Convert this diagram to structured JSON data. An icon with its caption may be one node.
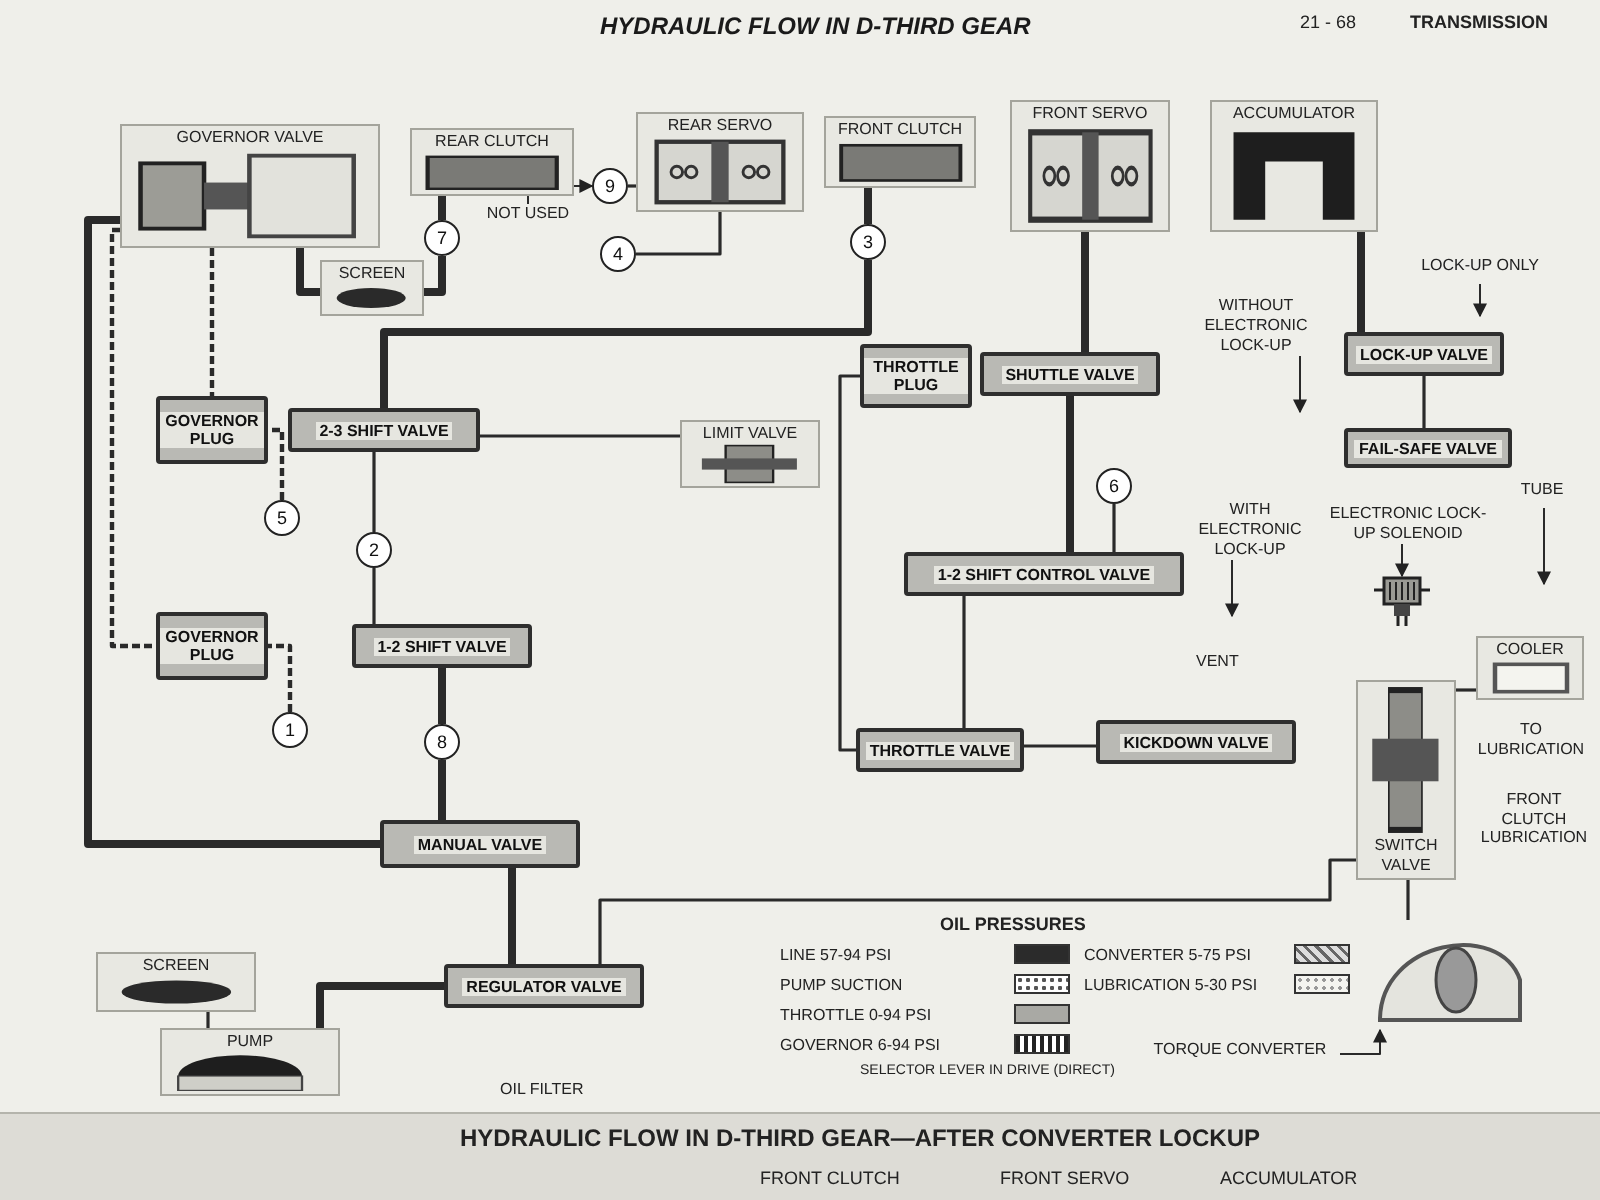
{
  "diagram": {
    "title": "HYDRAULIC FLOW IN D-THIRD GEAR",
    "nodes": [
      {
        "text": [
          "GOVERNOR VALVE"
        ]
      },
      {
        "text": [
          "REAR CLUTCH"
        ]
      },
      {
        "text": [
          "REAR SERVO"
        ]
      },
      {
        "text": [
          "FRONT CLUTCH"
        ]
      },
      {
        "text": [
          "FRONT SERVO"
        ]
      },
      {
        "text": [
          "ACCUMULATOR"
        ]
      },
      {
        "text": [
          "SCREEN"
        ]
      },
      {
        "text": [
          "7"
        ]
      },
      {
        "text": [
          "NOT USED"
        ]
      },
      {
        "text": [
          "9"
        ]
      },
      {
        "text": [
          "4"
        ]
      },
      {
        "text": [
          "3"
        ]
      },
      {
        "text": [
          "LOCK-UP ONLY"
        ]
      },
      {
        "text": [
          "WITHOUT ELECTRONIC LOCK-UP"
        ]
      },
      {
        "text": [
          "GOVERNOR PLUG"
        ]
      },
      {
        "text": [
          "2-3 SHIFT VALVE"
        ]
      },
      {
        "text": [
          "LIMIT VALVE"
        ]
      },
      {
        "text": [
          "THROTTLE PLUG"
        ]
      },
      {
        "text": [
          "SHUTTLE VALVE"
        ]
      },
      {
        "text": [
          "LOCK-UP VALVE"
        ]
      },
      {
        "text": [
          "WITH ELECTRONIC LOCK-UP"
        ]
      },
      {
        "text": [
          "FAIL-SAFE VALVE"
        ]
      },
      {
        "text": [
          "ELECTRONIC LOCK-UP SOLENOID"
        ]
      },
      {
        "text": [
          "TUBE"
        ]
      },
      {
        "text": [
          "5"
        ]
      },
      {
        "text": [
          "2"
        ]
      },
      {
        "text": [
          "6"
        ]
      },
      {
        "text": [
          "1-2 SHIFT CONTROL VALVE"
        ]
      },
      {
        "text": [
          "GOVERNOR PLUG"
        ]
      },
      {
        "text": [
          "1-2 SHIFT VALVE"
        ]
      },
      {
        "text": [
          "1"
        ]
      },
      {
        "text": [
          "8"
        ]
      },
      {
        "text": [
          "THROTTLE VALVE"
        ]
      },
      {
        "text": [
          "KICKDOWN VALVE"
        ]
      },
      {
        "text": [
          "COOLER"
        ]
      },
      {
        "text": [
          "SWITCH VALVE"
        ]
      },
      {
        "text": [
          "MANUAL VALVE"
        ]
      },
      {
        "text": [
          "SCREEN"
        ]
      },
      {
        "text": [
          "REGULATOR VALVE"
        ]
      },
      {
        "text": [
          "PUMP"
        ]
      },
      {
        "text": [
          "TORQUE CONVERTER"
        ]
      },
      {
        "text": [],
        "shape": "picture"
      },
      {
        "text": [],
        "shape": "picture"
      }
    ],
    "edges": [
      {
        "from": 37,
        "to": 39,
        "arrow": "none"
      },
      {
        "from": 39,
        "to": 38,
        "arrow": "none",
        "style": "thick"
      },
      {
        "from": 38,
        "to": 36,
        "arrow": "none",
        "style": "thick"
      },
      {
        "from": 36,
        "to": 31,
        "arrow": "none",
        "style": "thick"
      },
      {
        "from": 31,
        "to": 29,
        "arrow": "none",
        "style": "thick"
      },
      {
        "from": 36,
        "to": 0,
        "arrow": "none",
        "style": "thick"
      },
      {
        "from": 0,
        "to": 6,
        "arrow": "none",
        "style": "thick"
      },
      {
        "from": 6,
        "to": 7,
        "arrow": "none",
        "style": "thick"
      },
      {
        "from": 7,
        "to": 1,
        "arrow": "none",
        "style": "thick"
      },
      {
        "from": 9,
        "to": 2,
        "arrow": "none"
      },
      {
        "from": 10,
        "to": 2,
        "arrow": "none"
      },
      {
        "from": 11,
        "to": 3,
        "arrow": "none",
        "style": "thick"
      },
      {
        "from": 15,
        "to": 11,
        "arrow": "none",
        "style": "thick"
      },
      {
        "from": 18,
        "to": 4,
        "arrow": "none",
        "style": "thick"
      },
      {
        "from": 5,
        "to": 19,
        "arrow": "none",
        "style": "thick"
      },
      {
        "from": 27,
        "to": 18,
        "arrow": "none",
        "style": "thick"
      },
      {
        "from": 26,
        "to": 27,
        "arrow": "none"
      },
      {
        "from": 32,
        "to": 33,
        "arrow": "none"
      },
      {
        "from": 32,
        "to": 17,
        "arrow": "none"
      },
      {
        "from": 19,
        "to": 21,
        "arrow": "none"
      },
      {
        "from": 0,
        "to": 14,
        "arrow": "none",
        "style": "dashed"
      },
      {
        "from": 0,
        "to": 28,
        "arrow": "none",
        "style": "dashed"
      },
      {
        "from": 24,
        "to": 14,
        "arrow": "none",
        "style": "dashed"
      },
      {
        "from": 25,
        "to": 15,
        "arrow": "none"
      },
      {
        "from": 30,
        "to": 28,
        "arrow": "none",
        "style": "dashed"
      },
      {
        "from": 16,
        "to": 15,
        "arrow": "none"
      },
      {
        "from": 38,
        "to": 35,
        "arrow": "none"
      },
      {
        "from": 35,
        "to": 34,
        "arrow": "none"
      },
      {
        "from": 35,
        "to": 41,
        "arrow": "none"
      },
      {
        "from": 8,
        "to": 9,
        "arrow": "to"
      },
      {
        "from": 12,
        "to": null,
        "arrow": "to"
      },
      {
        "from": 13,
        "to": null,
        "arrow": "to"
      },
      {
        "from": 20,
        "to": null,
        "arrow": "to"
      },
      {
        "from": 22,
        "to": 42,
        "arrow": "to"
      },
      {
        "from": 23,
        "to": null,
        "arrow": "to"
      },
      {
        "from": 40,
        "to": 41,
        "arrow": "to"
      },
      {
        "from": 32,
        "to": 27,
        "arrow": "none"
      },
      {
        "from": 29,
        "to": 25,
        "arrow": "none"
      }
    ],
    "labels": [
      "21 - 68",
      "TRANSMISSION",
      "VENT",
      "TO LUBRICATION",
      "FRONT CLUTCH LUBRICATION",
      "OIL FILTER",
      "OIL PRESSURES",
      "SELECTOR LEVER IN DRIVE (DIRECT)",
      "HYDRAULIC FLOW IN D-THIRD GEAR—AFTER CONVERTER LOCKUP",
      "FRONT CLUTCH",
      "FRONT SERVO",
      "ACCUMULATOR"
    ],
    "legend": [
      {
        "text": "LINE 57-94 PSI",
        "color": "#2b2b2b"
      },
      {
        "text": "PUMP SUCTION"
      },
      {
        "text": "THROTTLE 0-94 PSI",
        "color": "#a9a9a4"
      },
      {
        "text": "GOVERNOR 6-94 PSI"
      },
      {
        "text": "CONVERTER 5-75 PSI"
      },
      {
        "text": "LUBRICATION 5-30 PSI"
      }
    ]
  }
}
